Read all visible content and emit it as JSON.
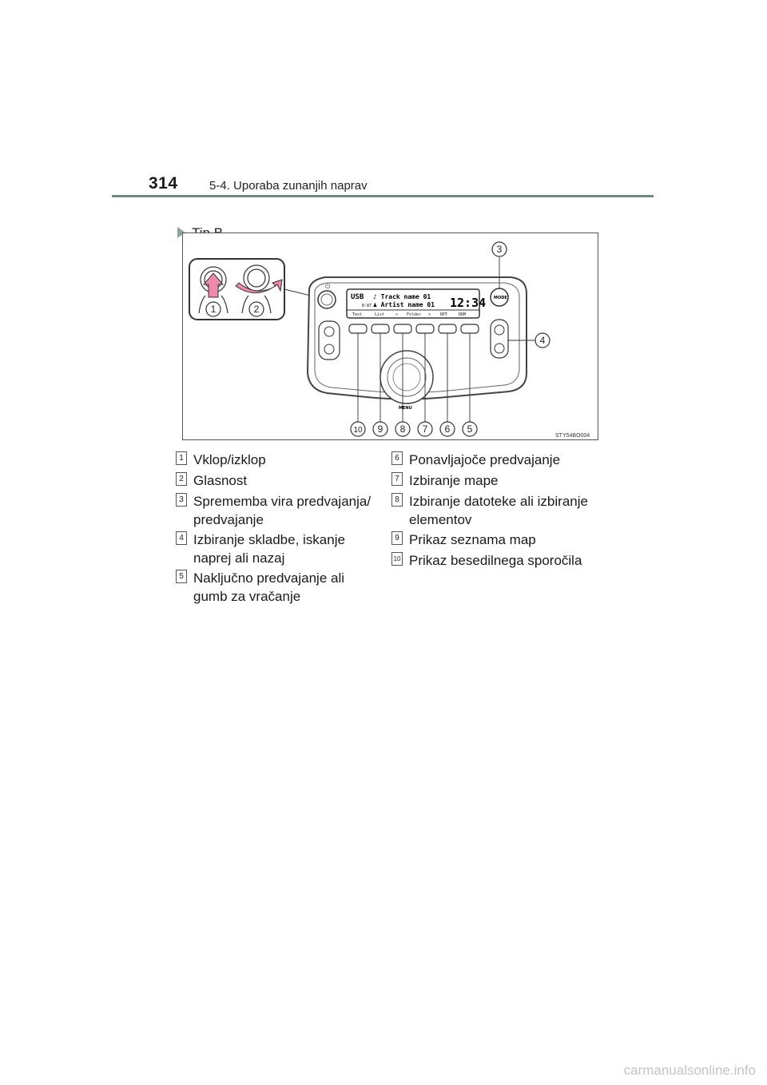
{
  "header": {
    "page_number": "314",
    "section_title": "5-4. Uporaba zunanjih naprav"
  },
  "subheading": "Tip B",
  "figure": {
    "code": "STY54BO004",
    "screen": {
      "source": "USB",
      "track": "♪ Track name 01",
      "artist": "♟ Artist name 01",
      "small_code": "8-87",
      "clock": "12:34",
      "softkeys": [
        "Text",
        "List",
        "<",
        "Folder",
        ">",
        "RPT",
        "RDM"
      ]
    },
    "knob_labels": {
      "mode": "MODE",
      "menu": "MENU"
    },
    "callouts": [
      "1",
      "2",
      "3",
      "4",
      "5",
      "6",
      "7",
      "8",
      "9",
      "10"
    ]
  },
  "legend": {
    "left": [
      {
        "num": "1",
        "text": "Vklop/izklop"
      },
      {
        "num": "2",
        "text": "Glasnost"
      },
      {
        "num": "3",
        "text": "Sprememba vira predvajanja/ predvajanje"
      },
      {
        "num": "4",
        "text": "Izbiranje skladbe, iskanje naprej ali nazaj"
      },
      {
        "num": "5",
        "text": "Naključno predvajanje ali gumb za vračanje"
      }
    ],
    "right": [
      {
        "num": "6",
        "text": "Ponavljajoče predvajanje"
      },
      {
        "num": "7",
        "text": "Izbiranje mape"
      },
      {
        "num": "8",
        "text": "Izbiranje datoteke ali izbiranje elementov"
      },
      {
        "num": "9",
        "text": "Prikaz seznama map"
      },
      {
        "num": "10",
        "text": "Prikaz besedilnega sporočila"
      }
    ]
  },
  "watermark": "carmanualsonline.info"
}
